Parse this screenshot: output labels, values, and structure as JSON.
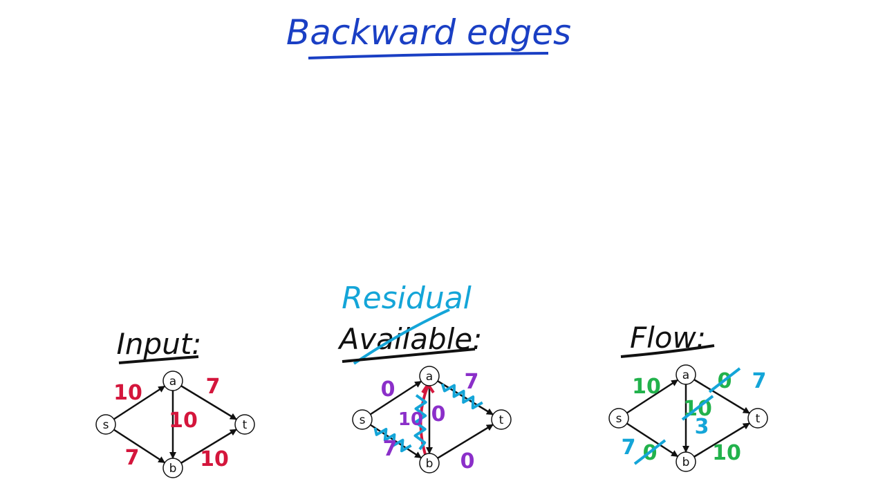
{
  "title": "Backward edges",
  "headings": {
    "input": "Input:",
    "available": "Available:",
    "residual": "Residual",
    "flow": "Flow:"
  },
  "colors": {
    "title": "#1a3fc4",
    "red": "#d4163c",
    "purple": "#8b2fc9",
    "cyan": "#14a5d8",
    "green": "#22b24c",
    "ink": "#111111"
  },
  "graphs": [
    {
      "name": "input",
      "nodes": [
        "s",
        "a",
        "b",
        "t"
      ],
      "edges": [
        {
          "from": "s",
          "to": "a",
          "labels": [
            {
              "text": "10",
              "color": "#d4163c",
              "struck": false
            }
          ]
        },
        {
          "from": "s",
          "to": "b",
          "labels": [
            {
              "text": "7",
              "color": "#d4163c",
              "struck": false
            }
          ]
        },
        {
          "from": "a",
          "to": "b",
          "labels": [
            {
              "text": "10",
              "color": "#d4163c",
              "struck": false
            }
          ]
        },
        {
          "from": "a",
          "to": "t",
          "labels": [
            {
              "text": "7",
              "color": "#d4163c",
              "struck": false
            }
          ]
        },
        {
          "from": "b",
          "to": "t",
          "labels": [
            {
              "text": "10",
              "color": "#d4163c",
              "struck": false
            }
          ]
        }
      ]
    },
    {
      "name": "residual",
      "nodes": [
        "s",
        "a",
        "b",
        "t"
      ],
      "edges": [
        {
          "from": "s",
          "to": "a",
          "labels": [
            {
              "text": "0",
              "color": "#8b2fc9",
              "struck": false
            }
          ]
        },
        {
          "from": "s",
          "to": "b",
          "labels": [
            {
              "text": "7",
              "color": "#8b2fc9",
              "struck": false
            }
          ],
          "squiggle": true
        },
        {
          "from": "a",
          "to": "b",
          "labels": [
            {
              "text": "0",
              "color": "#8b2fc9",
              "struck": false
            }
          ]
        },
        {
          "from": "a",
          "to": "t",
          "labels": [
            {
              "text": "7",
              "color": "#8b2fc9",
              "struck": false
            }
          ],
          "squiggle": true
        },
        {
          "from": "b",
          "to": "t",
          "labels": [
            {
              "text": "0",
              "color": "#8b2fc9",
              "struck": false
            }
          ]
        }
      ],
      "backward_edge": {
        "from": "b",
        "to": "a",
        "label": "10"
      }
    },
    {
      "name": "flow",
      "nodes": [
        "s",
        "a",
        "b",
        "t"
      ],
      "edges": [
        {
          "from": "s",
          "to": "a",
          "labels": [
            {
              "text": "10",
              "color": "#22b24c",
              "struck": false
            }
          ]
        },
        {
          "from": "s",
          "to": "b",
          "labels": [
            {
              "text": "7",
              "color": "#14a5d8",
              "struck": false
            },
            {
              "text": "0",
              "color": "#22b24c",
              "struck": true
            }
          ]
        },
        {
          "from": "a",
          "to": "b",
          "labels": [
            {
              "text": "10",
              "color": "#22b24c",
              "struck": true
            },
            {
              "text": "3",
              "color": "#14a5d8",
              "struck": false
            }
          ]
        },
        {
          "from": "a",
          "to": "t",
          "labels": [
            {
              "text": "0",
              "color": "#22b24c",
              "struck": true
            },
            {
              "text": "7",
              "color": "#14a5d8",
              "struck": false
            }
          ]
        },
        {
          "from": "b",
          "to": "t",
          "labels": [
            {
              "text": "10",
              "color": "#22b24c",
              "struck": false
            }
          ]
        }
      ]
    }
  ]
}
